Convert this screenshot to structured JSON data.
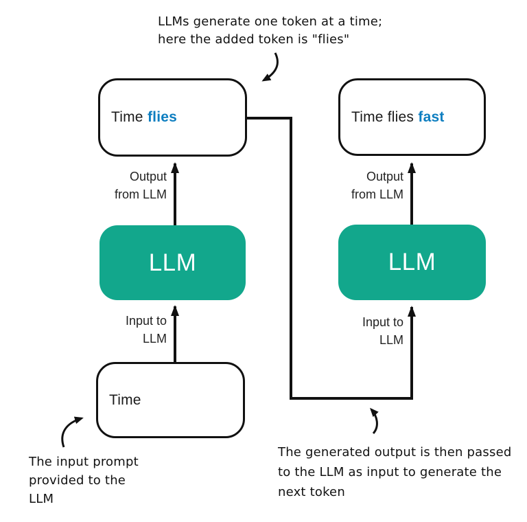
{
  "colors": {
    "accent_green": "#12A78C",
    "accent_blue": "#0D7EC0",
    "ink": "#111111",
    "box_bg": "#FFFFFF"
  },
  "annotations": {
    "top": {
      "lines": [
        "LLMs generate one token at a time;",
        "here the added token is \"flies\""
      ]
    },
    "bottom_left": {
      "lines": [
        "The input prompt",
        "provided to the",
        "LLM"
      ]
    },
    "bottom_right": {
      "lines": [
        "The generated output is then passed",
        "to the LLM as input to generate the",
        "next token"
      ]
    }
  },
  "steps": [
    {
      "output_box": {
        "text": "Time",
        "token": "flies"
      },
      "llm_label": "LLM",
      "output_arrow_label": [
        "Output",
        "from LLM"
      ],
      "input_arrow_label": [
        "Input to",
        "LLM"
      ],
      "input_box": {
        "text": "Time"
      }
    },
    {
      "output_box": {
        "text": "Time flies",
        "token": "fast"
      },
      "llm_label": "LLM",
      "output_arrow_label": [
        "Output",
        "from LLM"
      ],
      "input_arrow_label": [
        "Input to",
        "LLM"
      ]
    }
  ]
}
